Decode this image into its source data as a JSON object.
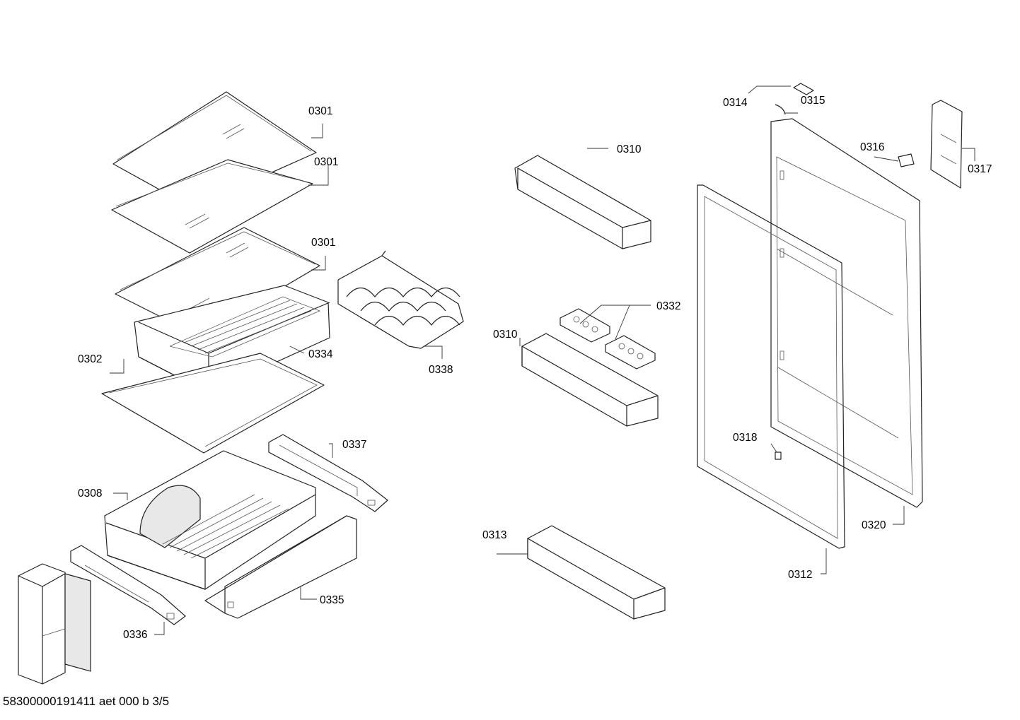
{
  "footer": "58300000191411 aet 000 b 3/5",
  "callouts": {
    "c0301a": "0301",
    "c0301b": "0301",
    "c0301c": "0301",
    "c0302": "0302",
    "c0334": "0334",
    "c0338": "0338",
    "c0337": "0337",
    "c0308": "0308",
    "c0335": "0335",
    "c0336": "0336",
    "c0310a": "0310",
    "c0332": "0332",
    "c0310b": "0310",
    "c0313": "0313",
    "c0314": "0314",
    "c0315": "0315",
    "c0316": "0316",
    "c0317": "0317",
    "c0318": "0318",
    "c0320": "0320",
    "c0312": "0312"
  }
}
